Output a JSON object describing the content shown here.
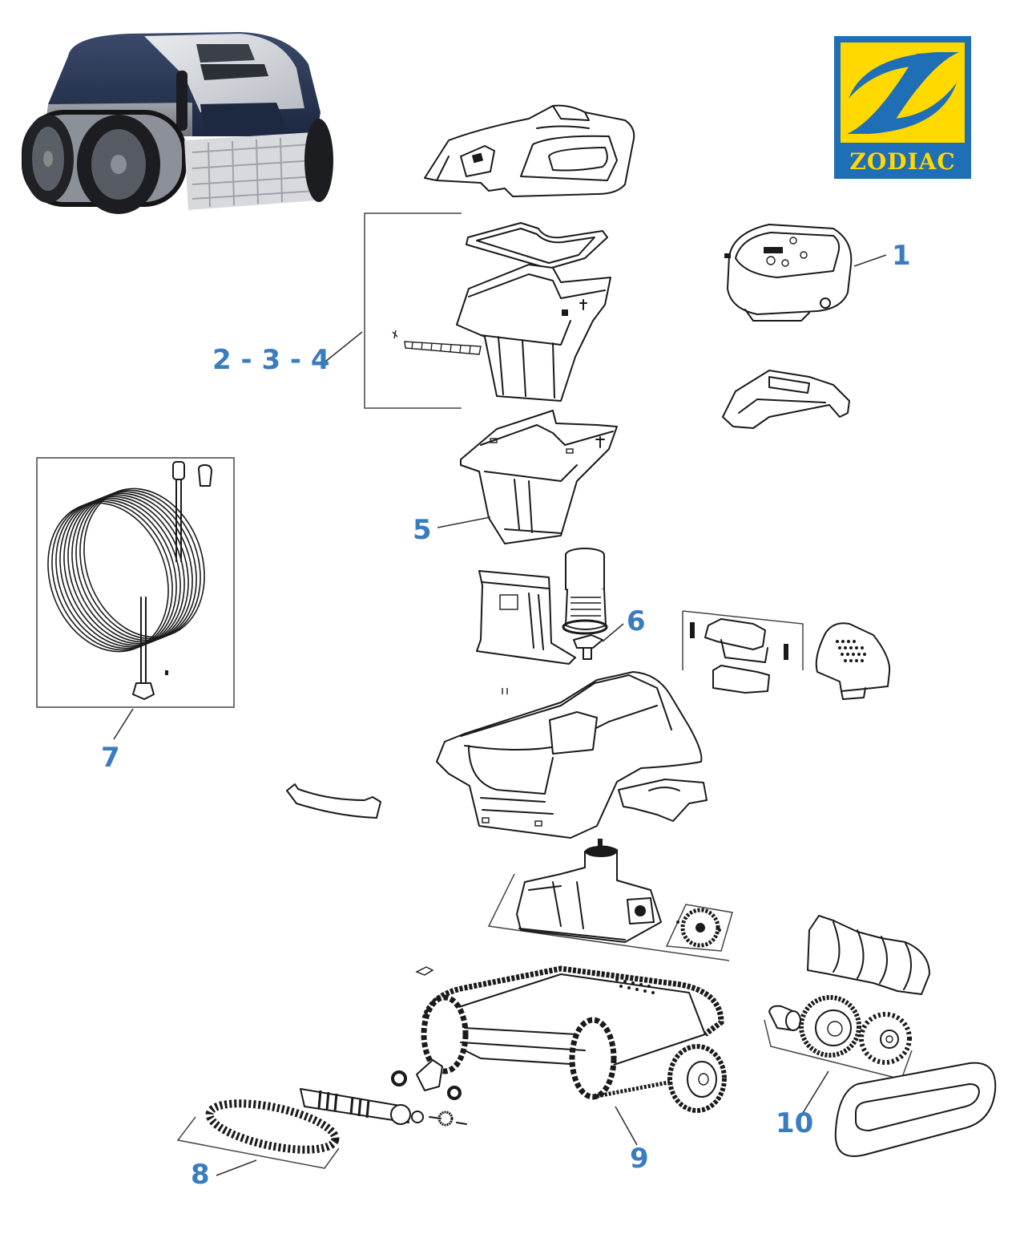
{
  "diagram": {
    "brand": "ZODIAC",
    "colors": {
      "label": "#3a7cc0",
      "logo_blue": "#1e6fb5",
      "logo_yellow": "#ffd900",
      "line": "#1a1a1a"
    },
    "callouts": [
      {
        "id": "1",
        "text": "1"
      },
      {
        "id": "2-3-4",
        "text": "2 - 3 - 4"
      },
      {
        "id": "5",
        "text": "5"
      },
      {
        "id": "6",
        "text": "6"
      },
      {
        "id": "7",
        "text": "7"
      },
      {
        "id": "8",
        "text": "8"
      },
      {
        "id": "9",
        "text": "9"
      },
      {
        "id": "10",
        "text": "10"
      }
    ]
  }
}
